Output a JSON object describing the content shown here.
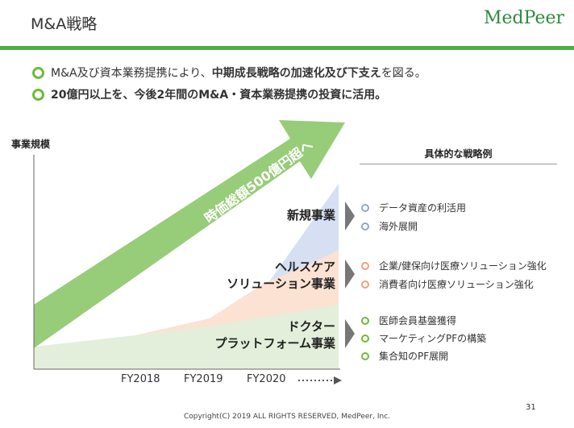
{
  "header": {
    "title": "M&A戦略",
    "logo": "MedPeer"
  },
  "bullets": [
    {
      "pre": "M&A及び資本業務提携により、",
      "bold": "中期成長戦略の加速化及び下支え",
      "post": "を図る。"
    },
    {
      "pre": "",
      "bold": "20億円以上を、今後2年間のM&A・資本業務提携の投資に活用",
      "post": "。"
    }
  ],
  "diagram": {
    "y_axis_label": "事業規模",
    "arrow_text": "時価総額500億円超へ",
    "segments": [
      {
        "label_lines": [
          "新規事業"
        ],
        "color": "#d6e0f2"
      },
      {
        "label_lines": [
          "ヘルスケア",
          "ソリューション事業"
        ],
        "color": "#fbe2d2"
      },
      {
        "label_lines": [
          "ドクター",
          "プラットフォーム事業"
        ],
        "color": "#e3efdb"
      }
    ],
    "x_ticks": [
      "FY2018",
      "FY2019",
      "FY2020"
    ]
  },
  "strategy": {
    "heading": "具体的な戦略例",
    "groups": [
      {
        "color": "#8fa6d6",
        "items": [
          "データ資産の利活用",
          "海外展開"
        ]
      },
      {
        "color": "#f0a27a",
        "items": [
          "企業/健保向け医療ソリューション強化",
          "消費者向け医療ソリューション強化"
        ]
      },
      {
        "color": "#6dbb3b",
        "items": [
          "医師会員基盤獲得",
          "マーケティングPFの構築",
          "集合知のPF展開"
        ]
      }
    ]
  },
  "footer": {
    "copyright": "Copyright(C) 2019 ALL RIGHTS RESERVED, MedPeer, Inc.",
    "page": "31"
  }
}
